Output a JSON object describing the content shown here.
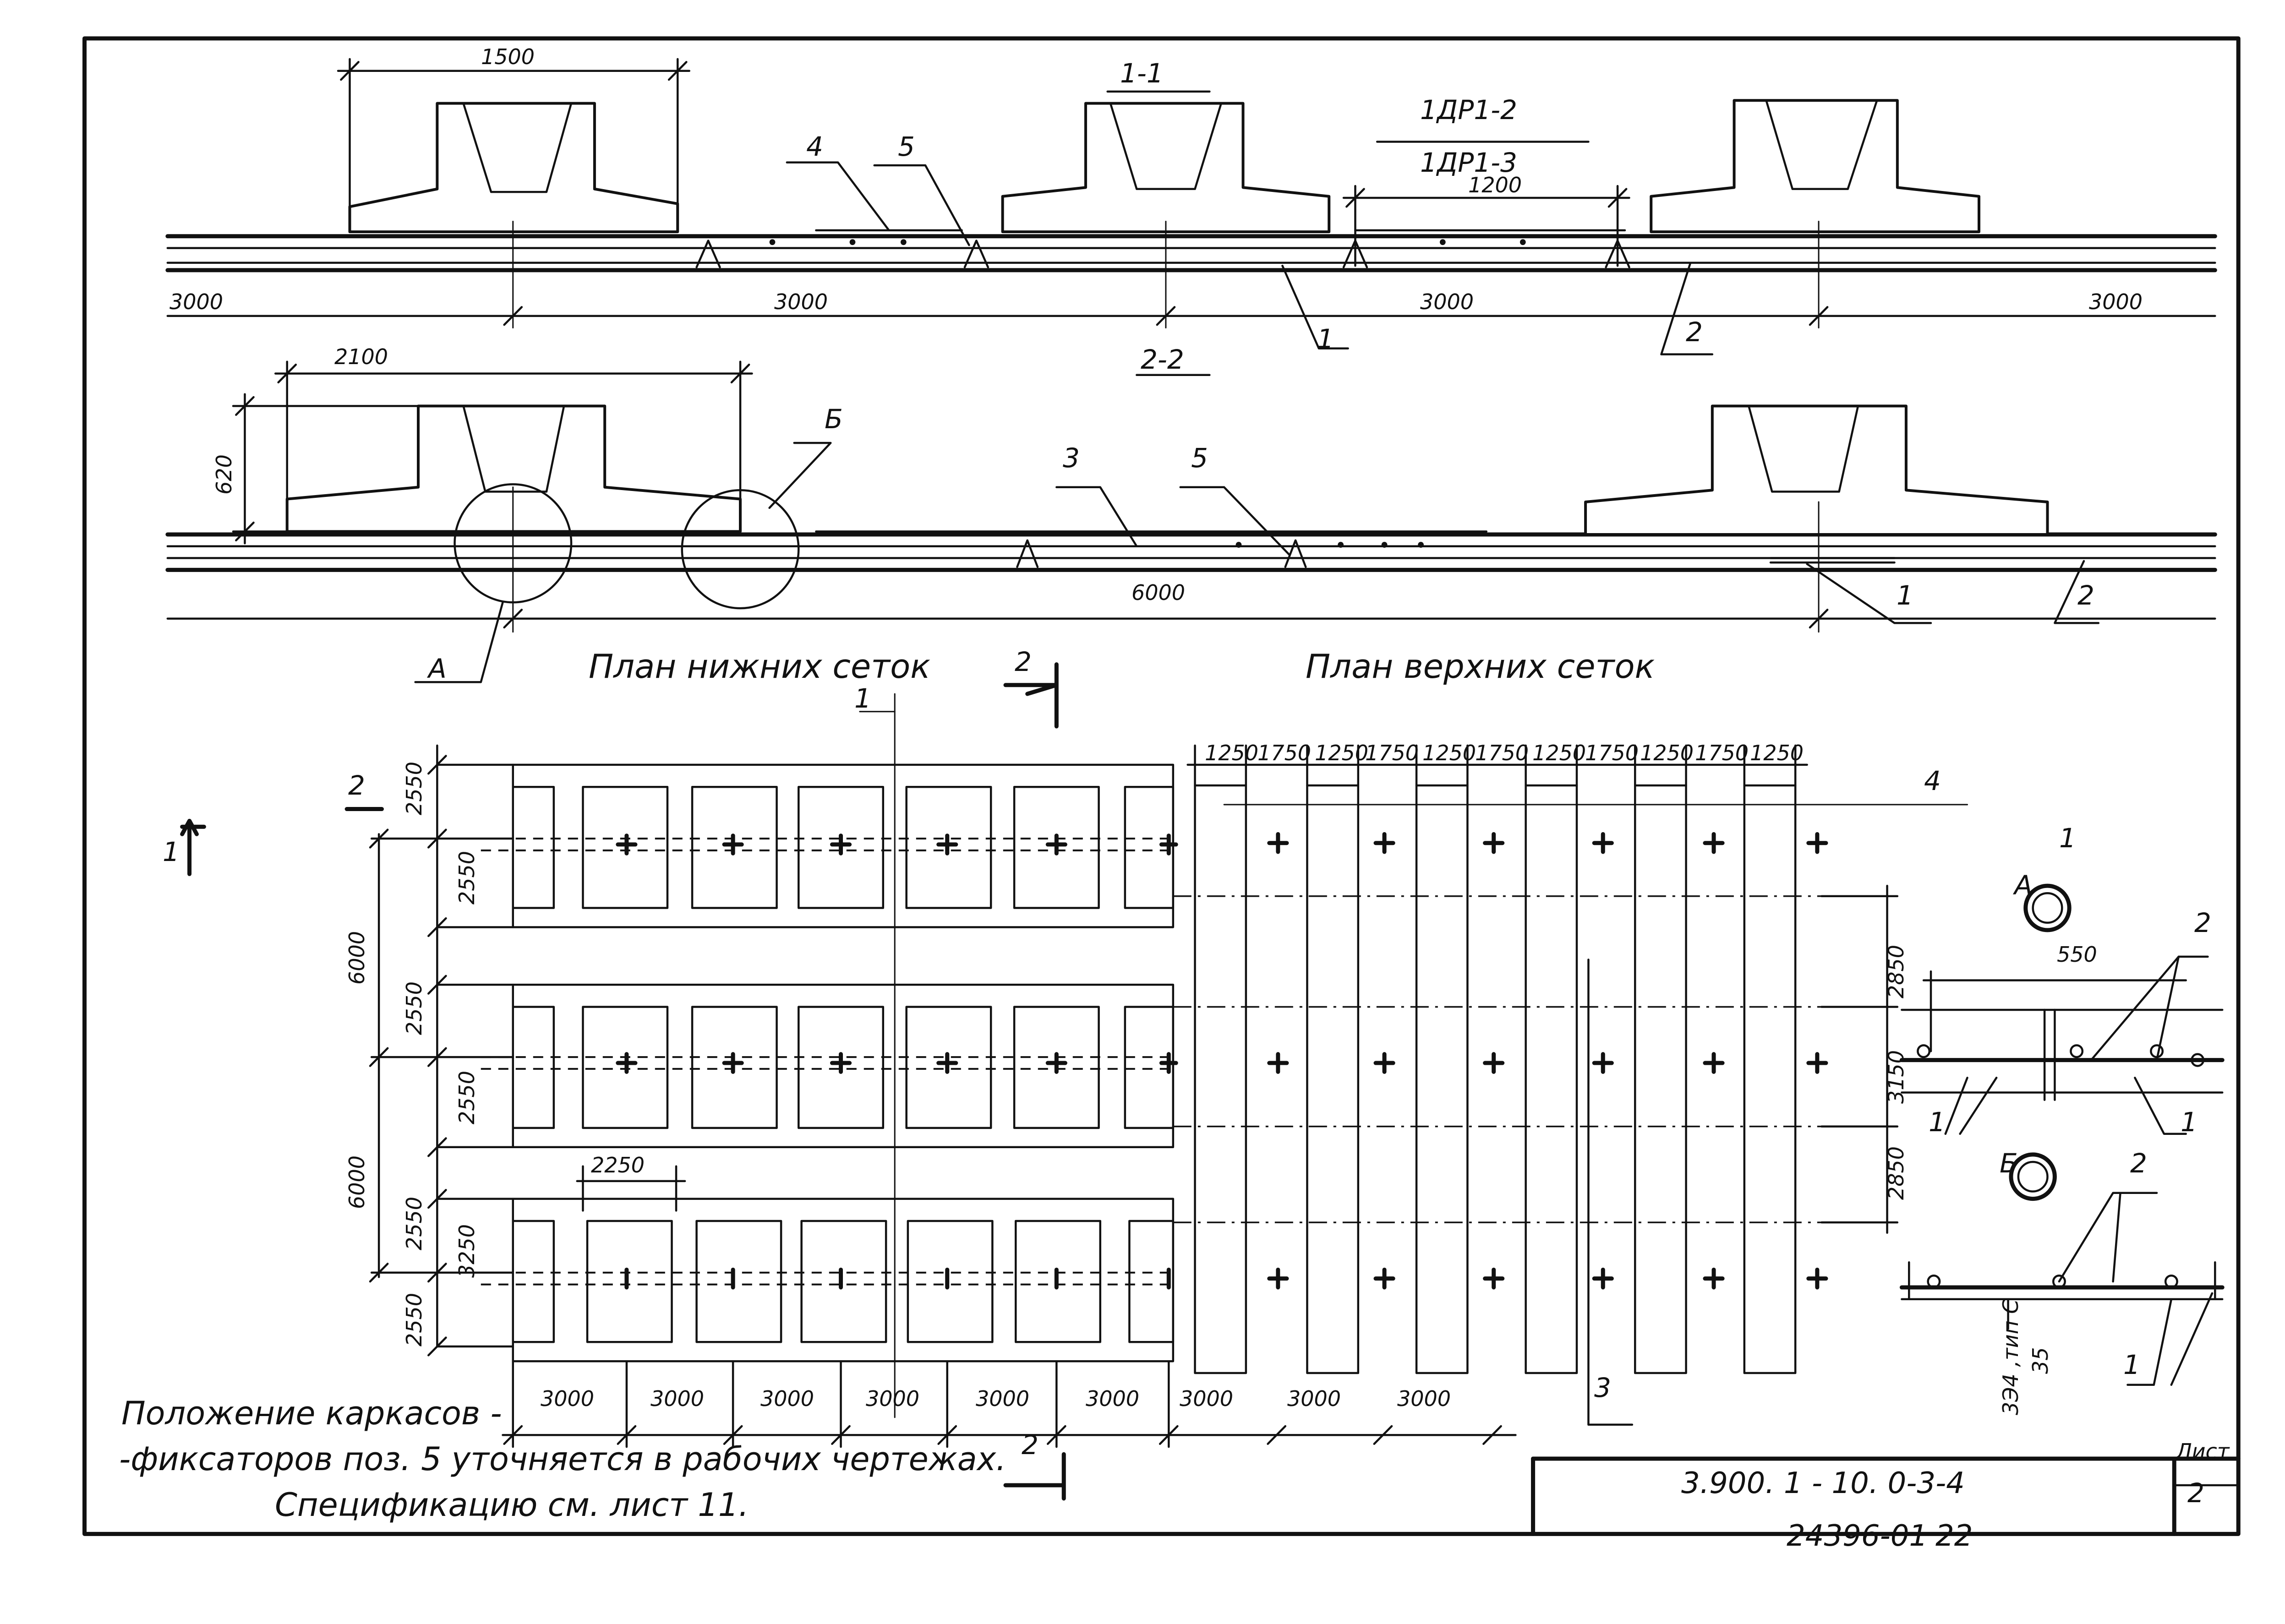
{
  "sections": {
    "section_1_1": "1-1",
    "section_2_2": "2-2",
    "beam_type_a": "1ДР1-2",
    "beam_type_b": "1ДР1-3"
  },
  "dimensions": {
    "top_width_1500": "1500",
    "top_gap_1200": "1200",
    "top_spacings": [
      "3000",
      "3000",
      "3000",
      "3000"
    ],
    "mid_width_2100": "2100",
    "mid_height_620": "620",
    "mid_span_6000": "6000",
    "plan_left_rows": [
      "2550",
      "2550",
      "2550",
      "2550",
      "2550",
      "3250",
      "2550"
    ],
    "plan_left_big": [
      "6000",
      "6000"
    ],
    "plan_col_2250": "2250",
    "plan_bottom": [
      "3000",
      "3000",
      "3000",
      "3000",
      "3000",
      "3000",
      "3000",
      "3000",
      "3000"
    ],
    "plan_top_strips": [
      "1250",
      "1750",
      "1250",
      "1750",
      "1250",
      "1750",
      "1250",
      "1750",
      "1250",
      "1750",
      "1250"
    ],
    "plan_right_rows": [
      "2850",
      "3150",
      "2850"
    ],
    "detail_a_550": "550",
    "detail_b_weld": "3Э4 ,тип С",
    "detail_b_weld_size": "35"
  },
  "callouts": {
    "pos_1": "1",
    "pos_2": "2",
    "pos_3": "3",
    "pos_4": "4",
    "pos_5": "5",
    "node_a": "А",
    "node_b": "Б",
    "cut_1": "1",
    "cut_2": "2"
  },
  "titles": {
    "lower_plan": "План нижних сеток",
    "upper_plan": "План верхних сеток"
  },
  "notes": {
    "line_1": "Положение каркасов -",
    "line_2": "-фиксаторов поз. 5 уточняется в рабочих чертежах.",
    "line_3": "Спецификацию см. лист 11."
  },
  "stamp": {
    "doc_code": "3.900. 1 - 10. 0-3-4",
    "sheet_label": "Лист",
    "sheet_number": "2",
    "archive_number": "24396-01",
    "page_number": "22"
  }
}
